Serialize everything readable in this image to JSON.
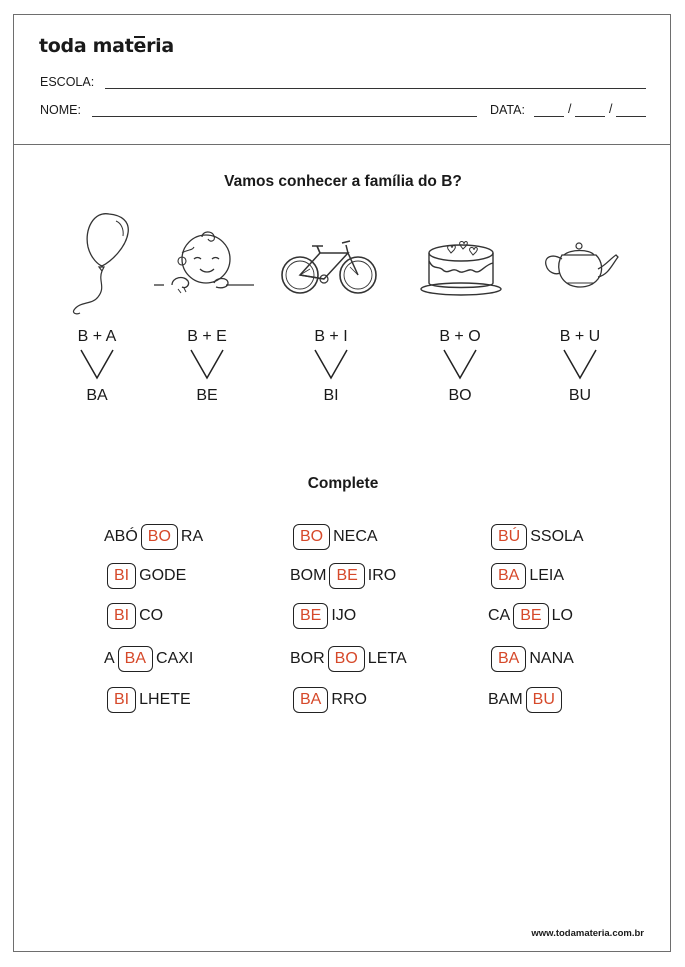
{
  "header": {
    "brand": {
      "before": "toda mat",
      "accent_letter": "e",
      "after": "ria"
    },
    "school_label": "ESCOLA:",
    "name_label": "NOME:",
    "date_label": "DATA:",
    "date_sep": "/"
  },
  "family": {
    "title": "Vamos conhecer a família do B?",
    "items": [
      {
        "image": "balloon-icon",
        "formula": "B + A",
        "syllable": "BA"
      },
      {
        "image": "baby-icon",
        "formula": "B + E",
        "syllable": "BE"
      },
      {
        "image": "bicycle-icon",
        "formula": "B + I",
        "syllable": "BI"
      },
      {
        "image": "cake-icon",
        "formula": "B + O",
        "syllable": "BO"
      },
      {
        "image": "teapot-icon",
        "formula": "B + U",
        "syllable": "BU"
      }
    ]
  },
  "complete": {
    "title": "Complete",
    "rows": [
      [
        {
          "pre": "ABÓ",
          "box": "BO",
          "post": "RA"
        },
        {
          "pre": "",
          "box": "BO",
          "post": "NECA"
        },
        {
          "pre": "",
          "box": "BÚ",
          "post": "SSOLA"
        }
      ],
      [
        {
          "pre": "",
          "box": "BI",
          "post": "GODE"
        },
        {
          "pre": "BOM",
          "box": "BE",
          "post": "IRO"
        },
        {
          "pre": "",
          "box": "BA",
          "post": "LEIA"
        }
      ],
      [
        {
          "pre": "",
          "box": "BI",
          "post": "CO"
        },
        {
          "pre": "",
          "box": "BE",
          "post": "IJO"
        },
        {
          "pre": "CA",
          "box": "BE",
          "post": "LO"
        }
      ],
      [
        {
          "pre": "A",
          "box": "BA",
          "post": "CAXI"
        },
        {
          "pre": "BOR",
          "box": "BO",
          "post": "LETA"
        },
        {
          "pre": "",
          "box": "BA",
          "post": "NANA"
        }
      ],
      [
        {
          "pre": "",
          "box": "BI",
          "post": "LHETE"
        },
        {
          "pre": "",
          "box": "BA",
          "post": "RRO"
        },
        {
          "pre": "BAM",
          "box": "BU",
          "post": ""
        }
      ]
    ]
  },
  "colors": {
    "accent": "#d6492a",
    "border": "#6e6e6e",
    "text": "#1a1a1a"
  },
  "footer": {
    "url": "www.todamateria.com.br"
  }
}
